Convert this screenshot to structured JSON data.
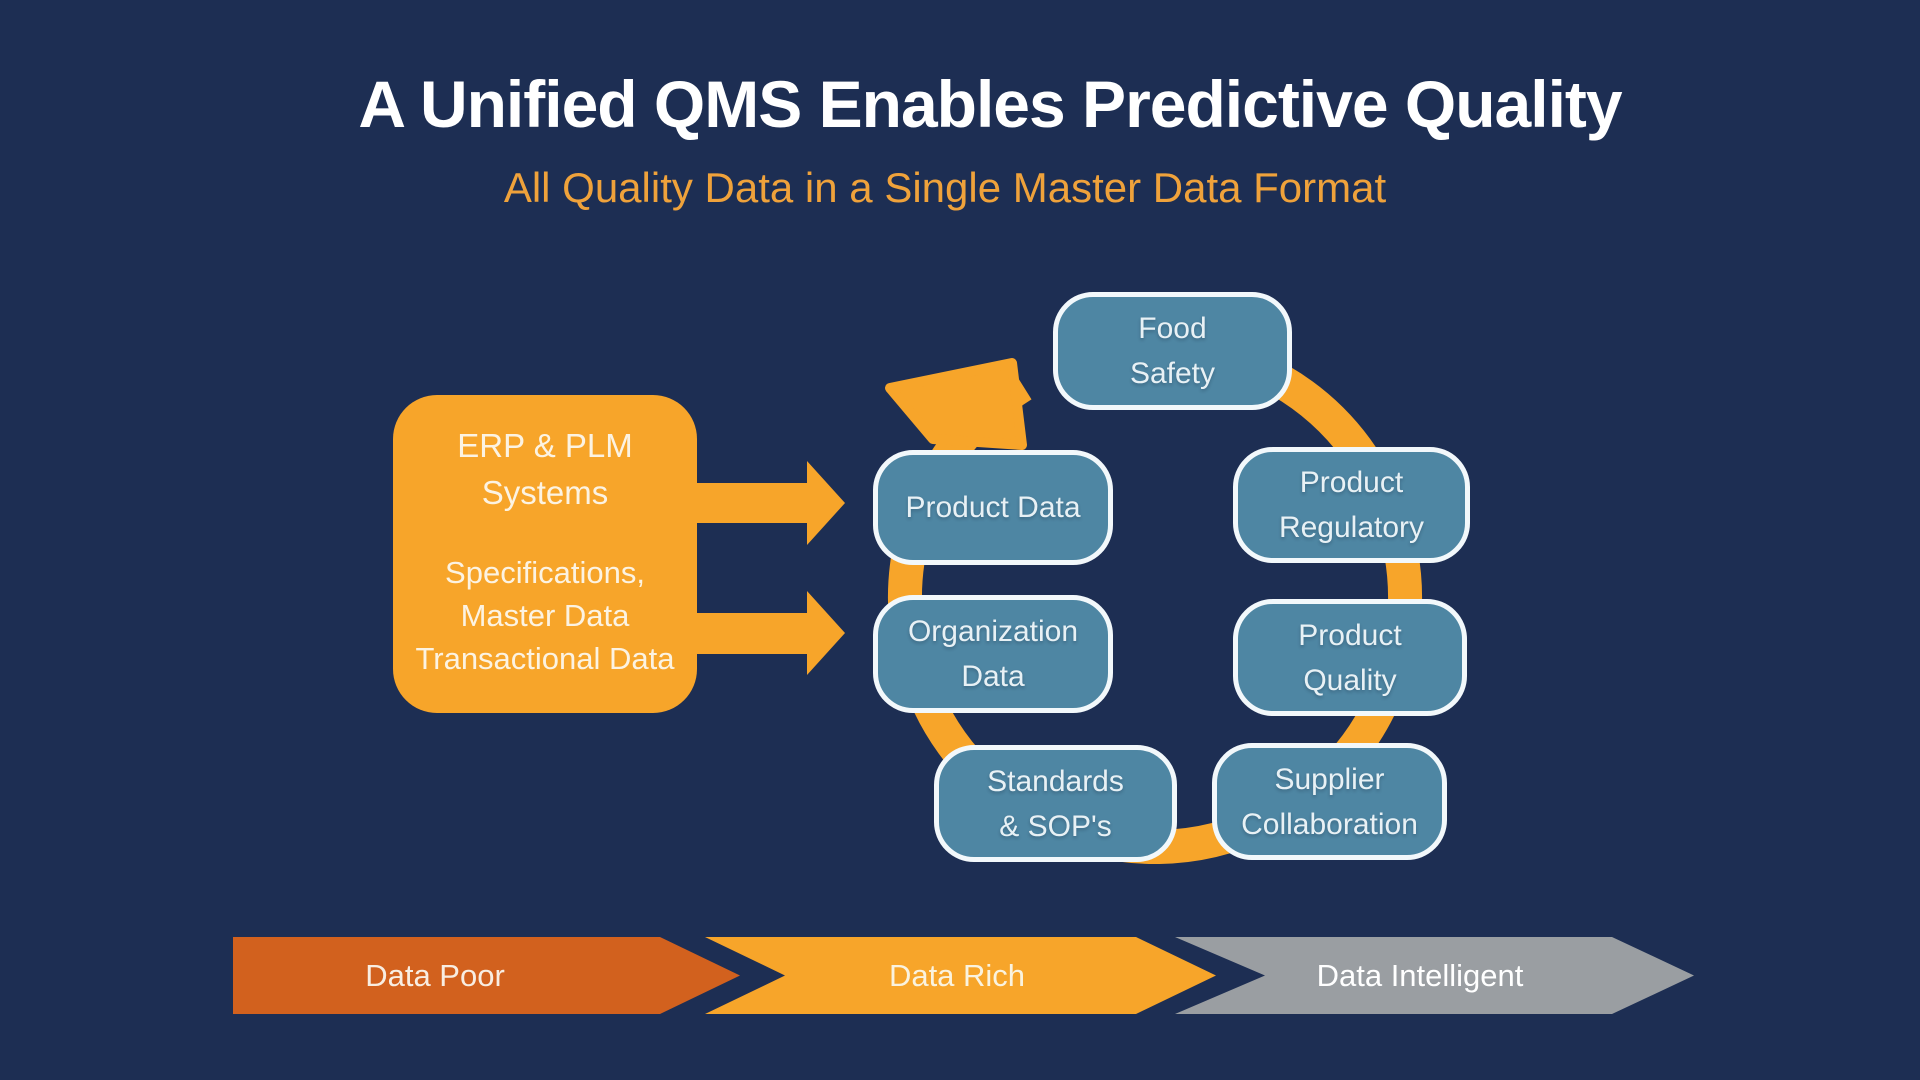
{
  "slide": {
    "title": "A Unified QMS Enables Predictive Quality",
    "subtitle": "All Quality Data in a Single Master Data Format"
  },
  "source_box": {
    "heading_line1": "ERP & PLM",
    "heading_line2": "Systems",
    "body_line1": "Specifications,",
    "body_line2": "Master Data",
    "body_line3": "Transactional Data"
  },
  "cycle": {
    "nodes": [
      {
        "id": "food-safety",
        "line1": "Food",
        "line2": "Safety"
      },
      {
        "id": "product-data",
        "line1": "Product Data"
      },
      {
        "id": "product-regulatory",
        "line1": "Product",
        "line2": "Regulatory"
      },
      {
        "id": "organization-data",
        "line1": "Organization",
        "line2": "Data"
      },
      {
        "id": "product-quality",
        "line1": "Product",
        "line2": "Quality"
      },
      {
        "id": "standards-sops",
        "line1": "Standards",
        "line2": "& SOP's"
      },
      {
        "id": "supplier-collaboration",
        "line1": "Supplier",
        "line2": "Collaboration"
      }
    ]
  },
  "maturity_banner": {
    "stages": [
      {
        "label": "Data Poor",
        "color": "#D2611E"
      },
      {
        "label": "Data Rich",
        "color": "#F7A52A"
      },
      {
        "label": "Data Intelligent",
        "color": "#9A9EA2"
      }
    ]
  },
  "colors": {
    "background": "#1D2E53",
    "accent_orange": "#F7A52A",
    "stage_poor_orange": "#D2611E",
    "stage_intelligent_gray": "#9A9EA2",
    "node_fill_blue": "#4E86A3",
    "node_border_white": "#F2F8FB",
    "title_white": "#FFFFFF",
    "subtitle_orange": "#EFA23B"
  }
}
